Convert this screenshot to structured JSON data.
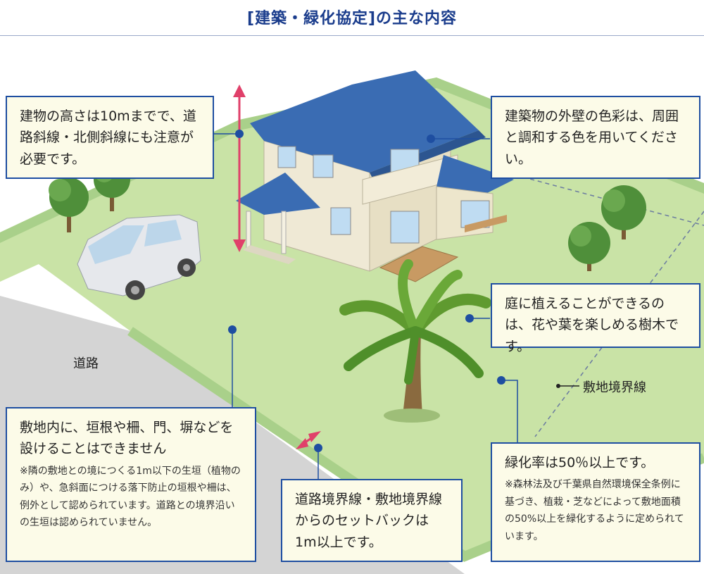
{
  "title": "[建築・緑化協定]の主な内容",
  "callouts": {
    "height": "建物の高さは10mまでで、道路斜線・北側斜線にも注意が必要です。",
    "wall_color": "建築物の外壁の色彩は、周囲と調和する色を用いてください。",
    "garden": "庭に植えることができるのは、花や葉を楽しめる樹木です。",
    "fence": {
      "main": "敷地内に、垣根や柵、門、塀などを設けることはできません",
      "note": "※隣の敷地との境につくる1m以下の生垣（植物のみ）や、急斜面につける落下防止の垣根や柵は、例外として認められています。道路との境界沿いの生垣は認められていません。"
    },
    "setback": "道路境界線・敷地境界線からのセットバックは1m以上です。",
    "greening": {
      "main": "緑化率は50％以上です。",
      "note": "※森林法及び千葉県自然環境保全条例に基づき、植栽・芝などによって敷地面積の50%以上を緑化するように定められています。"
    }
  },
  "labels": {
    "road": "道路",
    "boundary": "敷地境界線"
  },
  "colors": {
    "accent": "#1e4ea1",
    "arrow": "#e0406a",
    "lawn": "#c9e3a6",
    "lawn_border": "#a9d08a",
    "road": "#d4d4d4",
    "roof": "#3a6cb3"
  }
}
